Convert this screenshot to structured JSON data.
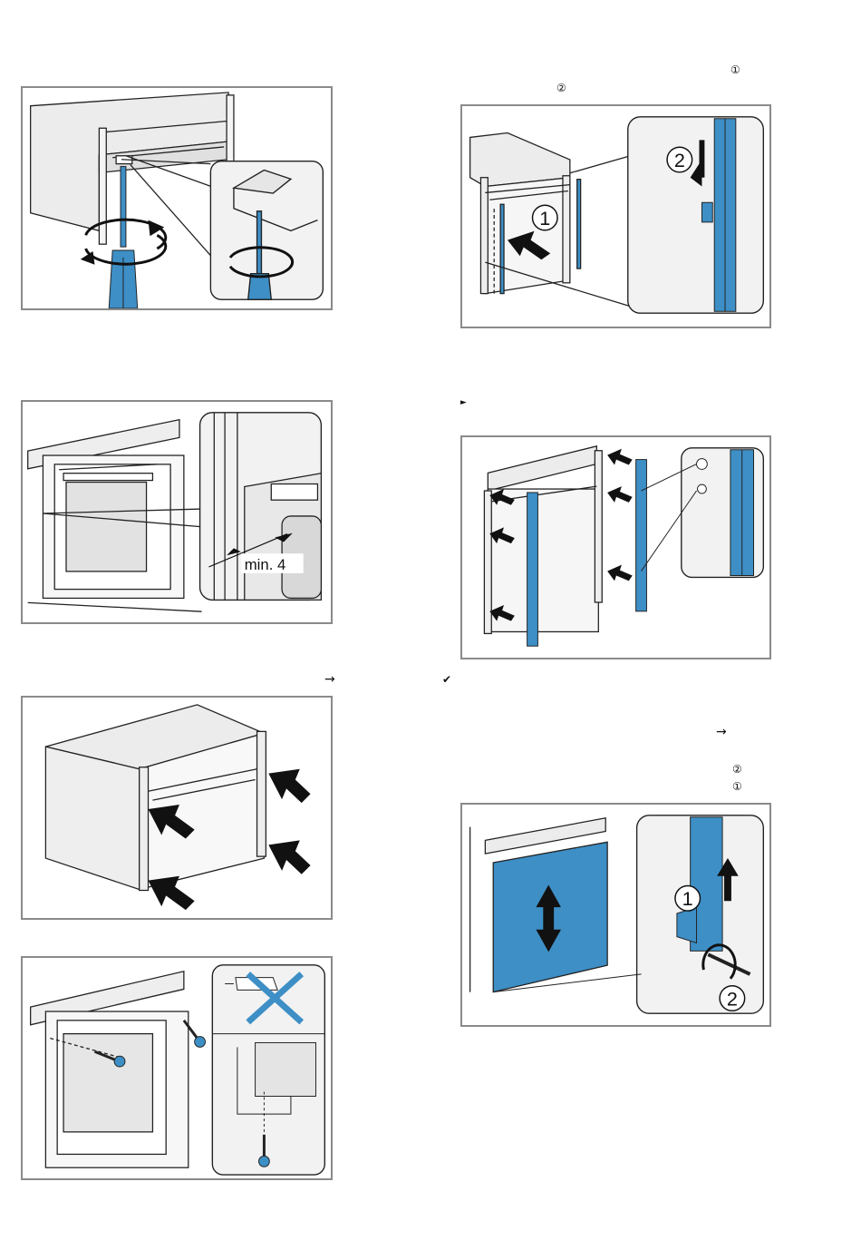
{
  "page": {
    "markers": {
      "top_step_1": "①",
      "top_step_2": "②",
      "bullet_arrow": "►",
      "left_arrow": "→",
      "check": "✔",
      "right_arrow": "→",
      "lower_step_2": "②",
      "lower_step_1": "①"
    },
    "figures": {
      "clearance": {
        "label": "min. 4"
      },
      "strip_callout": {
        "step_1": "1",
        "step_2": "2"
      },
      "door_adjust": {
        "step_1": "1",
        "step_2": "2"
      }
    },
    "colors": {
      "accent_blue": "#3d8fc6",
      "frame_gray": "#8a8a8a",
      "line": "#222222"
    }
  }
}
